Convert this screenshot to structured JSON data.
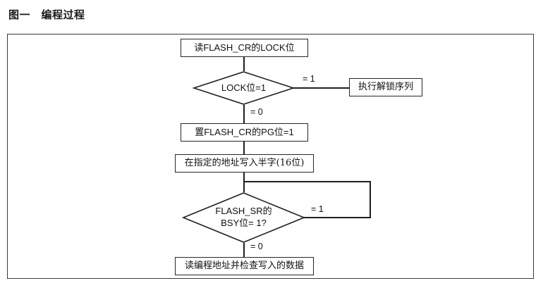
{
  "figure": {
    "caption": "图一　编程过程"
  },
  "colors": {
    "frame_border": "#3a3a3a",
    "shape_border": "#262626",
    "line": "#1f1f1f",
    "text": "#111111",
    "background": "#ffffff"
  },
  "flowchart": {
    "type": "flowchart",
    "title": "编程过程",
    "nodes": [
      {
        "id": "read_lock",
        "kind": "process",
        "label": "读FLASH_CR的LOCK位"
      },
      {
        "id": "lock_is_1",
        "kind": "decision",
        "label_line1": "LOCK位=1",
        "label_line2": ""
      },
      {
        "id": "unlock_seq",
        "kind": "process",
        "label": "执行解锁序列"
      },
      {
        "id": "set_pg",
        "kind": "process",
        "label": "置FLASH_CR的PG位=1"
      },
      {
        "id": "write_halfword",
        "kind": "process",
        "label": "在指定的地址写入半字(16位)"
      },
      {
        "id": "bsy_is_1",
        "kind": "decision",
        "label_line1": "FLASH_SR的",
        "label_line2": "BSY位= 1?"
      },
      {
        "id": "read_verify",
        "kind": "process",
        "label": "读编程地址并检查写入的数据"
      }
    ],
    "edges": [
      {
        "from": "read_lock",
        "to": "lock_is_1",
        "label": ""
      },
      {
        "from": "lock_is_1",
        "to": "unlock_seq",
        "label": "= 1"
      },
      {
        "from": "lock_is_1",
        "to": "set_pg",
        "label": "= 0"
      },
      {
        "from": "set_pg",
        "to": "write_halfword",
        "label": ""
      },
      {
        "from": "write_halfword",
        "to": "bsy_is_1",
        "label": ""
      },
      {
        "from": "bsy_is_1",
        "to": "write_halfword",
        "label": "= 1"
      },
      {
        "from": "bsy_is_1",
        "to": "read_verify",
        "label": "= 0"
      }
    ],
    "edge_labels": {
      "lock_yes": "= 1",
      "lock_no": "= 0",
      "bsy_yes": "= 1",
      "bsy_no": "= 0"
    }
  }
}
